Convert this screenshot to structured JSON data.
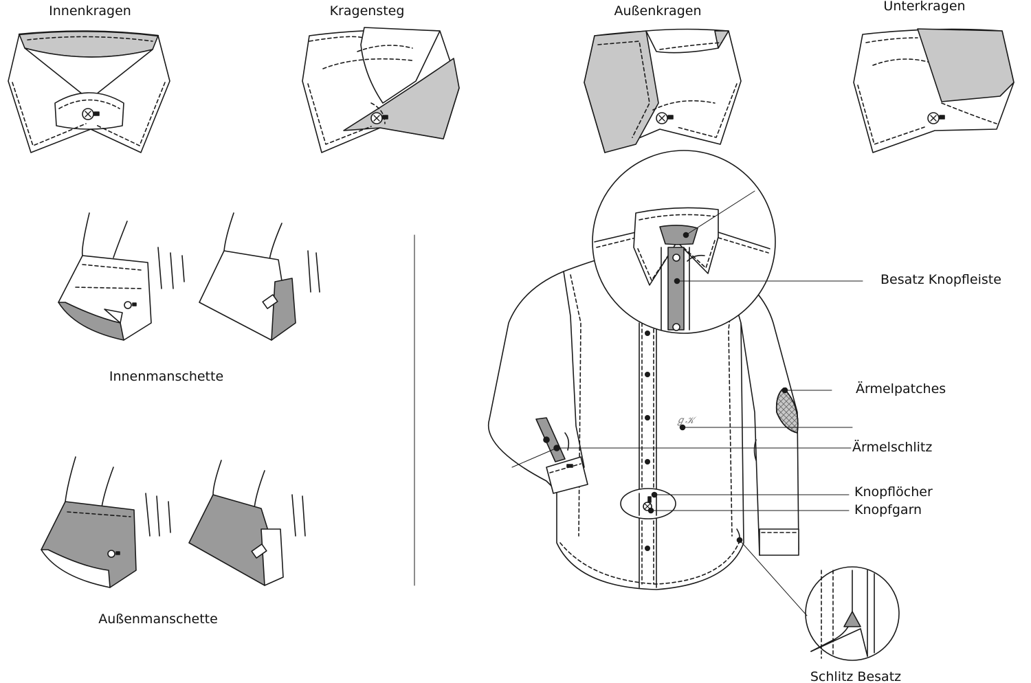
{
  "labels": {
    "innenkragen": "Innenkragen",
    "kragensteg": "Kragensteg",
    "aussenkragen": "Außenkragen",
    "unterkragen": "Unterkragen",
    "innenmanschette": "Innenmanschette",
    "aussenmanschette": "Außenmanschette",
    "besatz_knopfleiste": "Besatz Knopfleiste",
    "aermelpatches": "Ärmelpatches",
    "aermelschlitz": "Ärmelschlitz",
    "knopfloecher": "Knopflöcher",
    "knopfgarn": "Knopfgarn",
    "schlitz_besatz": "Schlitz Besatz"
  },
  "colors": {
    "outline": "#1a1a1a",
    "fill_light": "#c8c8c8",
    "fill_dark": "#9a9a9a",
    "paper": "#ffffff"
  }
}
